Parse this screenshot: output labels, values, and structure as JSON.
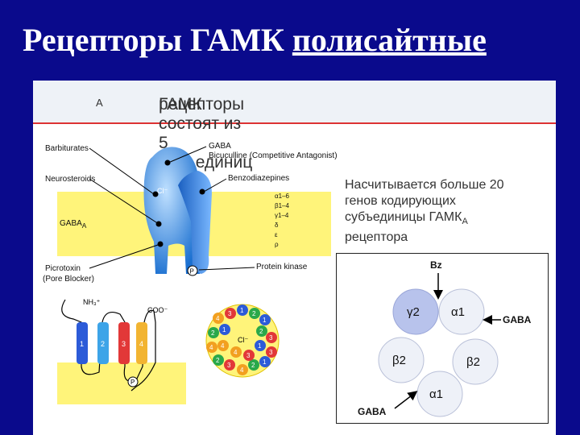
{
  "title": {
    "main": "Рецепторы ГАМК ",
    "underlined": "полисайтные"
  },
  "panel": {
    "header_main": "ГАМК",
    "header_sub": "A",
    "header_rest": " рецепторы состоят из 5 субъединиц",
    "labels": {
      "barbiturates": "Barbiturates",
      "neurosteroids": "Neurosteroids",
      "gaba_a_main": "GABA",
      "gaba_a_sub": "A",
      "picrotoxin": "Picrotoxin",
      "pore_blocker": "(Pore Blocker)",
      "gaba_top": "GABA",
      "bicuculline": "Bicuculline (Competitive Antagonist)",
      "benzodiazepines": "Benzodiazepines",
      "protein_kinase": "Protein kinase",
      "cl": "Cl⁻",
      "p": "P",
      "nh3": "NH₃⁺",
      "coo": "COO⁻",
      "subunit_families": [
        "α1–6",
        "β1–4",
        "γ1–4",
        "δ",
        "ε",
        "ρ"
      ],
      "tm_numbers": [
        "1",
        "2",
        "3",
        "4"
      ]
    },
    "note_lines": [
      "Насчитывается больше 20",
      "генов кодирующих",
      "субъединицы ГАМК",
      "рецептора"
    ],
    "note_sub": "A",
    "subunit_diagram": {
      "bz": "Bz",
      "gaba_right": "GABA",
      "gaba_left": "GABA",
      "subunits": [
        "γ2",
        "α1",
        "β2",
        "β2",
        "α1"
      ],
      "colors": {
        "alpha": "#eef1f8",
        "gamma": "#b8c3ec"
      }
    },
    "ring_numbers": [
      "4",
      "3",
      "1",
      "2",
      "1",
      "2",
      "1",
      "2",
      "3",
      "4",
      "4",
      "1",
      "3",
      "2",
      "3",
      "4",
      "2",
      "1",
      "4",
      "3"
    ]
  }
}
